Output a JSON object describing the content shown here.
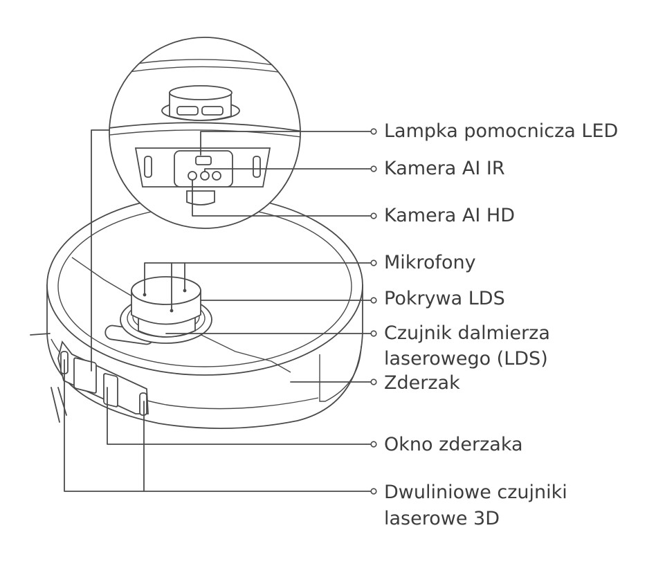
{
  "colors": {
    "stroke": "#4a4a4a",
    "text": "#3c3c3c",
    "background": "#ffffff"
  },
  "labels": {
    "led_assist_light": "Lampka pomocnicza LED",
    "ai_ir_camera": "Kamera AI IR",
    "ai_hd_camera": "Kamera AI HD",
    "microphones": "Mikrofony",
    "lds_cover": "Pokrywa LDS",
    "lds_sensor_line1": "Czujnik dalmierza",
    "lds_sensor_line2": "laserowego (LDS)",
    "bumper": "Zderzak",
    "bumper_window": "Okno zderzaka",
    "line_laser_line1": "Dwuliniowe czujniki",
    "line_laser_line2": "laserowe 3D"
  }
}
